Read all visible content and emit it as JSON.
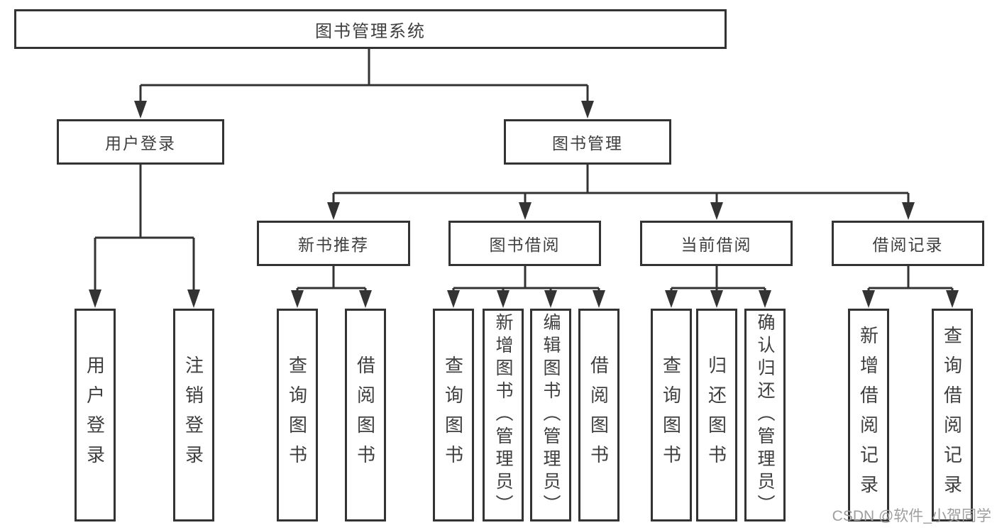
{
  "diagram_title": "图书管理系统",
  "watermark": "CSDN @软件_小贺同学",
  "colors": {
    "line": "#333333",
    "text": "#3f3f3f",
    "watermark": "#9e9e9e",
    "background": "#ffffff"
  },
  "tree": {
    "root": {
      "label": "图书管理系统"
    },
    "branches": [
      {
        "label": "用户登录",
        "children": [
          {
            "label": "用户登录"
          },
          {
            "label": "注销登录"
          }
        ]
      },
      {
        "label": "图书管理",
        "children": [
          {
            "label": "新书推荐",
            "children": [
              {
                "label": "查询图书"
              },
              {
                "label": "借阅图书"
              }
            ]
          },
          {
            "label": "图书借阅",
            "children": [
              {
                "label": "查询图书"
              },
              {
                "label": "新增图书（管理员）"
              },
              {
                "label": "编辑图书（管理员）"
              },
              {
                "label": "借阅图书"
              }
            ]
          },
          {
            "label": "当前借阅",
            "children": [
              {
                "label": "查询图书"
              },
              {
                "label": "归还图书"
              },
              {
                "label": "确认归还（管理员）"
              }
            ]
          },
          {
            "label": "借阅记录",
            "children": [
              {
                "label": "新增借阅记录"
              },
              {
                "label": "查询借阅记录"
              }
            ]
          }
        ]
      }
    ]
  }
}
